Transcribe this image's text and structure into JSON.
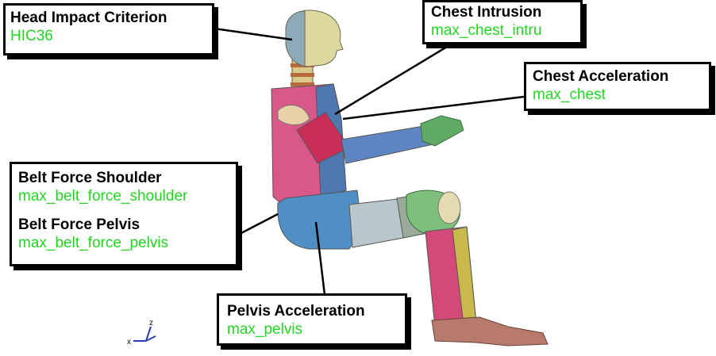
{
  "callouts": {
    "head": {
      "title": "Head Impact Criterion",
      "value": "HIC36"
    },
    "chest_intrusion": {
      "title": "Chest Intrusion",
      "value": "max_chest_intru"
    },
    "chest_acceleration": {
      "title": "Chest Acceleration",
      "value": "max_chest"
    },
    "belt_shoulder": {
      "title": "Belt Force Shoulder",
      "value": "max_belt_force_shoulder"
    },
    "belt_pelvis": {
      "title": "Belt Force Pelvis",
      "value": "max_belt_force_pelvis"
    },
    "pelvis_acceleration": {
      "title": "Pelvis Acceleration",
      "value": "max_pelvis"
    }
  },
  "axis_triad": {
    "z_label": "z",
    "x_label": "x"
  },
  "colors": {
    "value_text": "#22d622",
    "outline": "#000000"
  }
}
